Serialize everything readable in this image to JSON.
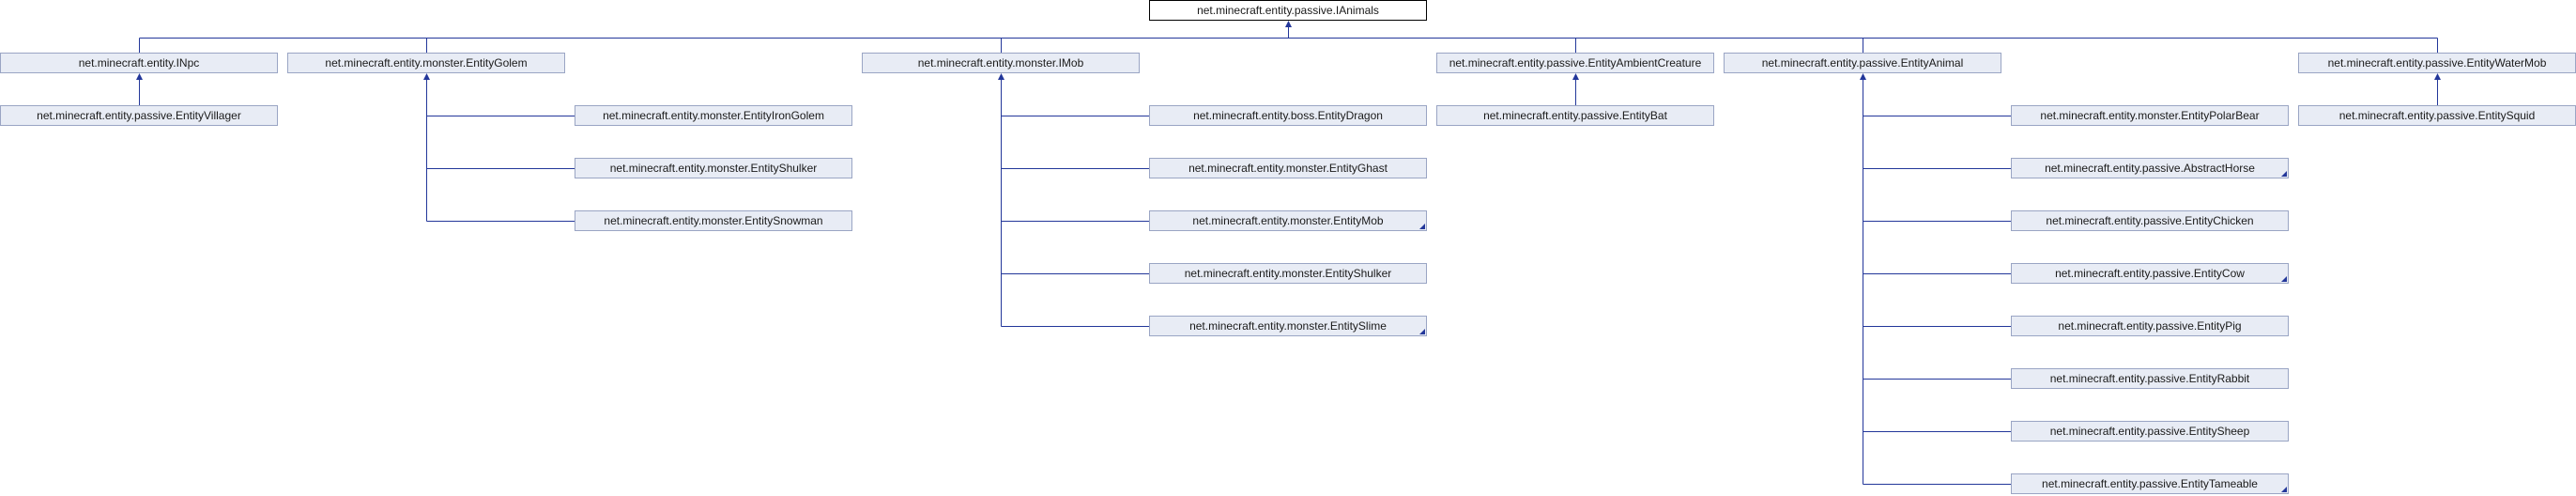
{
  "diagram": {
    "root": {
      "label": "net.minecraft.entity.passive.IAnimals"
    },
    "nodes": {
      "inpc": {
        "label": "net.minecraft.entity.INpc"
      },
      "entitygolem": {
        "label": "net.minecraft.entity.monster.EntityGolem"
      },
      "imob": {
        "label": "net.minecraft.entity.monster.IMob"
      },
      "ambient": {
        "label": "net.minecraft.entity.passive.EntityAmbientCreature"
      },
      "animal": {
        "label": "net.minecraft.entity.passive.EntityAnimal"
      },
      "watermob": {
        "label": "net.minecraft.entity.passive.EntityWaterMob"
      },
      "villager": {
        "label": "net.minecraft.entity.passive.EntityVillager"
      },
      "irongolem": {
        "label": "net.minecraft.entity.monster.EntityIronGolem"
      },
      "shulker_g": {
        "label": "net.minecraft.entity.monster.EntityShulker"
      },
      "snowman": {
        "label": "net.minecraft.entity.monster.EntitySnowman"
      },
      "dragon": {
        "label": "net.minecraft.entity.boss.EntityDragon"
      },
      "ghast": {
        "label": "net.minecraft.entity.monster.EntityGhast"
      },
      "mob": {
        "label": "net.minecraft.entity.monster.EntityMob",
        "has_more": true
      },
      "shulker_m": {
        "label": "net.minecraft.entity.monster.EntityShulker"
      },
      "slime": {
        "label": "net.minecraft.entity.monster.EntitySlime",
        "has_more": true
      },
      "bat": {
        "label": "net.minecraft.entity.passive.EntityBat"
      },
      "polarbear": {
        "label": "net.minecraft.entity.monster.EntityPolarBear"
      },
      "abstracthorse": {
        "label": "net.minecraft.entity.passive.AbstractHorse",
        "has_more": true
      },
      "chicken": {
        "label": "net.minecraft.entity.passive.EntityChicken"
      },
      "cow": {
        "label": "net.minecraft.entity.passive.EntityCow",
        "has_more": true
      },
      "pig": {
        "label": "net.minecraft.entity.passive.EntityPig"
      },
      "rabbit": {
        "label": "net.minecraft.entity.passive.EntityRabbit"
      },
      "sheep": {
        "label": "net.minecraft.entity.passive.EntitySheep"
      },
      "tameable": {
        "label": "net.minecraft.entity.passive.EntityTameable",
        "has_more": true
      },
      "squid": {
        "label": "net.minecraft.entity.passive.EntitySquid"
      }
    },
    "edges": [
      [
        "inpc",
        "root"
      ],
      [
        "entitygolem",
        "root"
      ],
      [
        "imob",
        "root"
      ],
      [
        "ambient",
        "root"
      ],
      [
        "animal",
        "root"
      ],
      [
        "watermob",
        "root"
      ],
      [
        "villager",
        "inpc"
      ],
      [
        "irongolem",
        "entitygolem"
      ],
      [
        "shulker_g",
        "entitygolem"
      ],
      [
        "snowman",
        "entitygolem"
      ],
      [
        "dragon",
        "imob"
      ],
      [
        "ghast",
        "imob"
      ],
      [
        "mob",
        "imob"
      ],
      [
        "shulker_m",
        "imob"
      ],
      [
        "slime",
        "imob"
      ],
      [
        "bat",
        "ambient"
      ],
      [
        "polarbear",
        "animal"
      ],
      [
        "abstracthorse",
        "animal"
      ],
      [
        "chicken",
        "animal"
      ],
      [
        "cow",
        "animal"
      ],
      [
        "pig",
        "animal"
      ],
      [
        "rabbit",
        "animal"
      ],
      [
        "sheep",
        "animal"
      ],
      [
        "tameable",
        "animal"
      ],
      [
        "squid",
        "watermob"
      ]
    ],
    "colors": {
      "edge": "#23379a",
      "node_fill": "#e8ecf5",
      "node_border": "#9aa5c4",
      "root_border": "#000000"
    }
  }
}
